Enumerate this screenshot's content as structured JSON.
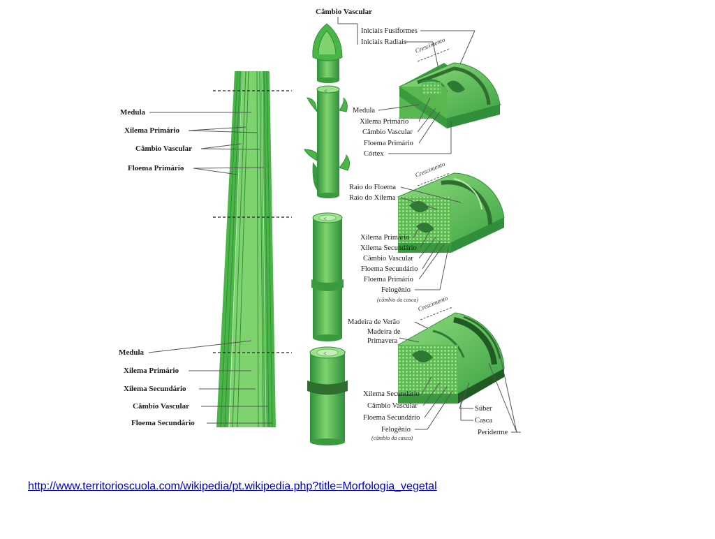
{
  "colors": {
    "stem_dark": "#2f8f3a",
    "stem_mid": "#4cb548",
    "stem_light": "#7ed36e",
    "xylem_texture": "#6cc45e",
    "bark": "#2e6f2e",
    "link": "#0000cc"
  },
  "diagram": {
    "top_labels": {
      "cambio_vascular": "Câmbio Vascular",
      "iniciais_fusiformes": "Iniciais Fusiformes",
      "iniciais_radiais": "Iniciais Radiais"
    },
    "crescimento": "Crescimento",
    "longitudinal_top": {
      "medula": "Medula",
      "xilema_primario": "Xilema Primário",
      "cambio_vascular": "Câmbio Vascular",
      "floema_primario": "Floema Primário"
    },
    "longitudinal_bottom": {
      "medula": "Medula",
      "xilema_primario": "Xilema Primário",
      "xilema_secundario": "Xilema Secundário",
      "cambio_vascular": "Câmbio Vascular",
      "floema_secundario": "Floema Secundário"
    },
    "section1": {
      "medula": "Medula",
      "xilema_primario": "Xilema Primário",
      "cambio_vascular": "Câmbio Vascular",
      "floema_primario": "Floema Primário",
      "cortex": "Córtex"
    },
    "section2": {
      "raio_floema": "Raio do Floema",
      "raio_xilema": "Raio do Xilema",
      "xilema_primario": "Xilema Primário",
      "xilema_secundario": "Xilema Secundário",
      "cambio_vascular": "Câmbio Vascular",
      "floema_secundario": "Floema Secundário",
      "floema_primario": "Floema Primário",
      "felogenio": "Felogênio",
      "felogenio_note": "(câmbio da casca)"
    },
    "section3": {
      "madeira_verao": "Madeira de Verão",
      "madeira_primavera_1": "Madeira de",
      "madeira_primavera_2": "Primavera",
      "xilema_secundario": "Xilema Secundário",
      "cambio_vascular": "Câmbio Vascular",
      "floema_secundario": "Floema Secundário",
      "felogenio": "Felogênio",
      "felogenio_note": "(câmbio da casca)",
      "suber": "Súber",
      "casca": "Casca",
      "periderme": "Periderme"
    }
  },
  "source_link": "http://www.territorioscuola.com/wikipedia/pt.wikipedia.php?title=Morfologia_vegetal"
}
